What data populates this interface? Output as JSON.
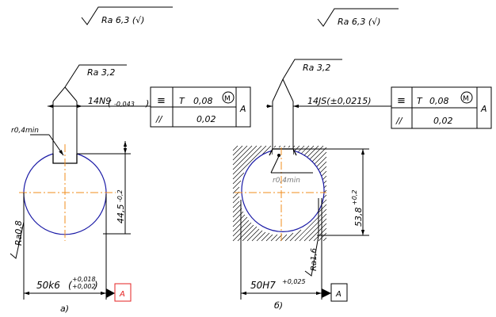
{
  "top_roughness": {
    "left": "Ra 6,3 (√)",
    "right": "Ra 6,3 (√)"
  },
  "figure_a": {
    "caption": "а)",
    "key_roughness": "Ra 3,2",
    "key_width": "14N9",
    "key_width_tol": "-0,043",
    "fillet": "r0,4min",
    "depth": "44,5",
    "depth_tol": "-0,2",
    "surface_roughness": "Ra0,8",
    "diameter": "50k6",
    "diameter_tol_upper": "+0,018",
    "diameter_tol_lower": "+0,002",
    "datum": "A",
    "frame": {
      "row1_symbol": "≡",
      "row1_mod": "T",
      "row1_value": "0,08",
      "row1_circle": "M",
      "row2_symbol": "//",
      "row2_value": "0,02",
      "datum": "A"
    }
  },
  "figure_b": {
    "caption": "б)",
    "key_roughness": "Ra 3,2",
    "key_width": "14JS(±0,0215)",
    "fillet": "r0,4min",
    "depth": "53,8",
    "depth_tol": "+0,2",
    "surface_roughness": "Ra1,6",
    "diameter": "50H7",
    "diameter_tol_upper": "+0,025",
    "datum": "A",
    "frame": {
      "row1_symbol": "≡",
      "row1_mod": "T",
      "row1_value": "0,08",
      "row1_circle": "M",
      "row2_symbol": "//",
      "row2_value": "0,02",
      "datum": "A"
    }
  }
}
